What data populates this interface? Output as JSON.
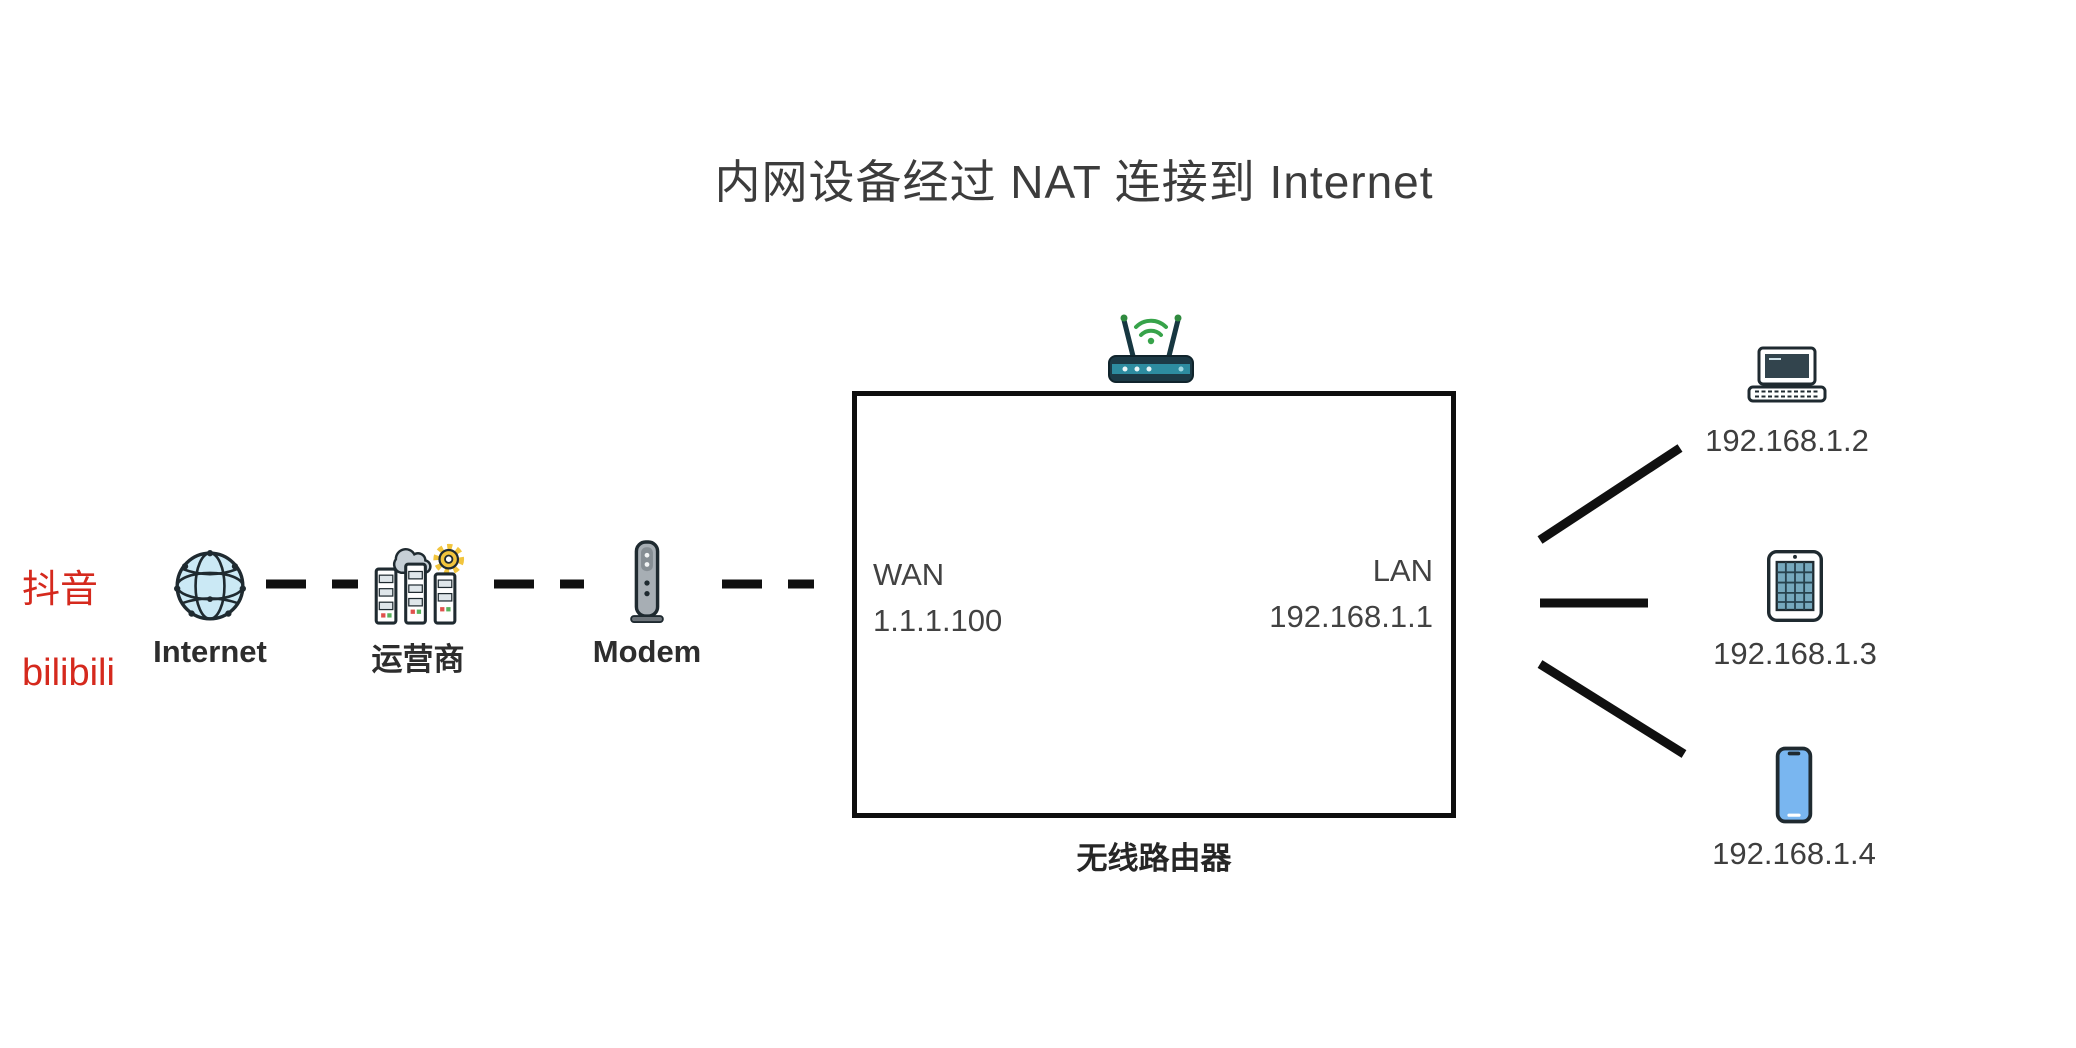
{
  "title": "内网设备经过 NAT 连接到 Internet",
  "side_labels": {
    "douyin": "抖音",
    "bilibili": "bilibili"
  },
  "wan_chain": {
    "internet_label": "Internet",
    "isp_label": "运营商",
    "modem_label": "Modem"
  },
  "router": {
    "wan_label": "WAN",
    "wan_ip": "1.1.1.100",
    "lan_label": "LAN",
    "lan_ip": "192.168.1.1",
    "caption": "无线路由器"
  },
  "lan_devices": [
    {
      "type": "laptop",
      "ip": "192.168.1.2"
    },
    {
      "type": "tablet",
      "ip": "192.168.1.3"
    },
    {
      "type": "phone",
      "ip": "192.168.1.4"
    }
  ],
  "colors": {
    "accent_red": "#d5291d",
    "line_black": "#101010",
    "text_gray": "#3c3c3c",
    "wifi_green": "#37a34a",
    "router_teal": "#2d8ca0",
    "phone_blue": "#79b6f0"
  }
}
